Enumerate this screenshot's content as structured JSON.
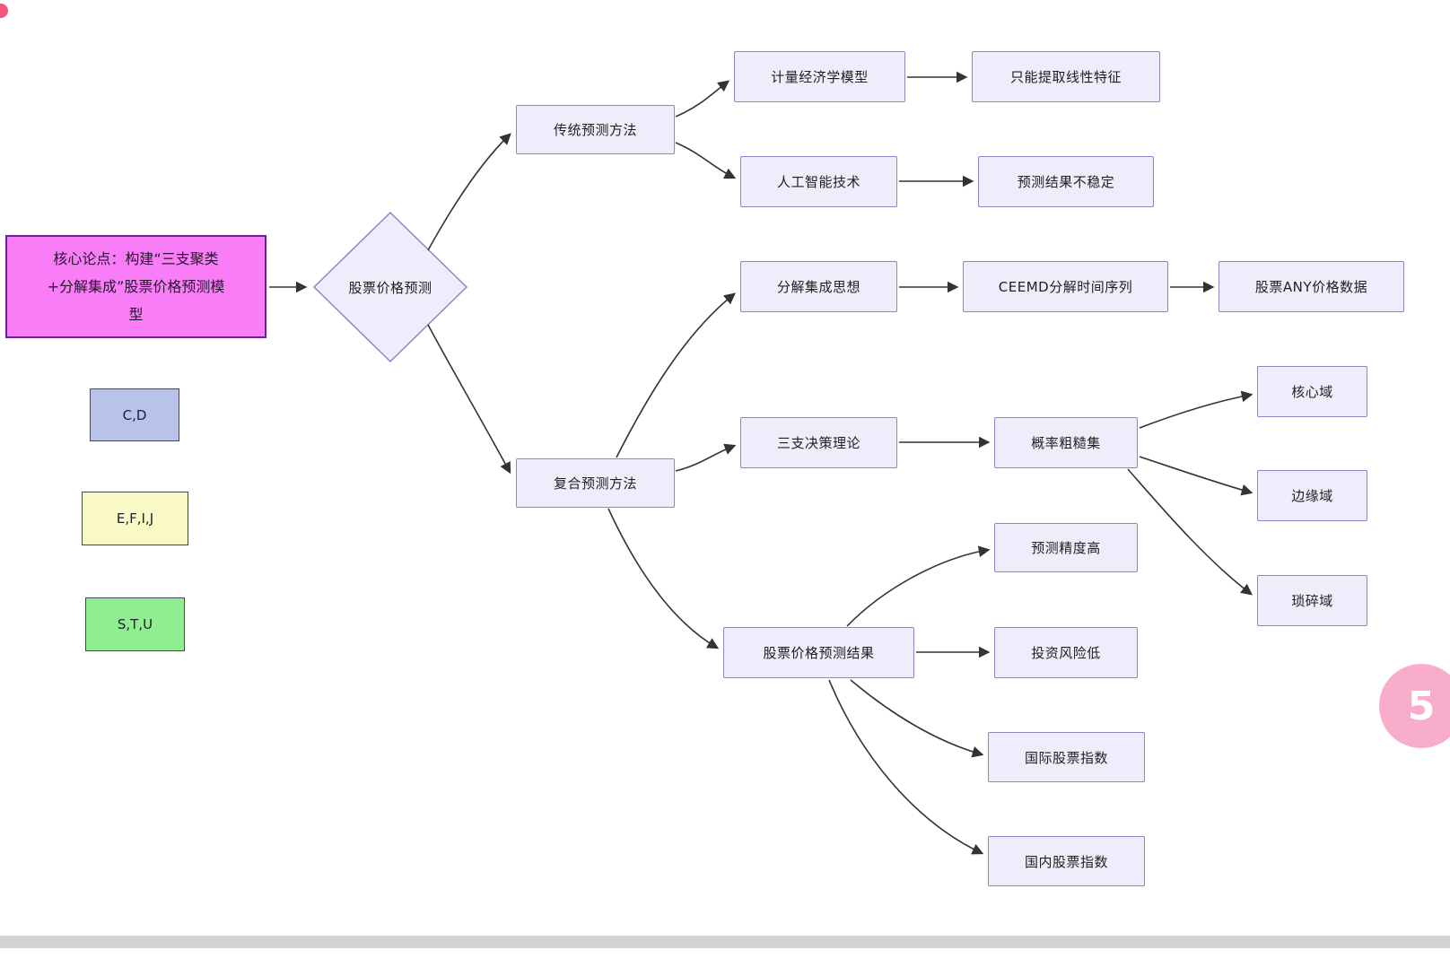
{
  "diagram": {
    "core": {
      "lines": [
        "核心论点：构建“三支聚类",
        "+分解集成”股票价格预测模",
        "型"
      ]
    },
    "diamond": {
      "label": "股票价格预测"
    },
    "legend": [
      {
        "label": "C,D",
        "color": "#b9c3ea"
      },
      {
        "label": "E,F,I,J",
        "color": "#f9f9c5"
      },
      {
        "label": "S,T,U",
        "color": "#8fee8f"
      }
    ],
    "nodes": {
      "traditional": "传统预测方法",
      "econometric": "计量经济学模型",
      "linearOnly": "只能提取线性特征",
      "ai": "人工智能技术",
      "unstable": "预测结果不稳定",
      "decompEnsemble": "分解集成思想",
      "ceemd": "CEEMD分解时间序列",
      "anyPriceData": "股票ANY价格数据",
      "composite": "复合预测方法",
      "threeWay": "三支决策理论",
      "roughSet": "概率粗糙集",
      "coreDomain": "核心域",
      "boundaryDomain": "边缘域",
      "trivialDomain": "琐碎域",
      "highAccuracy": "预测精度高",
      "predResult": "股票价格预测结果",
      "lowRisk": "投资风险低",
      "intlIndex": "国际股票指数",
      "domesticIndex": "国内股票指数"
    },
    "badge": {
      "label": "5",
      "color": "#f8aecb"
    },
    "colors": {
      "node_fill": "#ededfb",
      "node_border": "#8d86c5",
      "core_fill": "#f97df7",
      "core_border": "#5c2a87",
      "arrow": "#333333"
    }
  }
}
